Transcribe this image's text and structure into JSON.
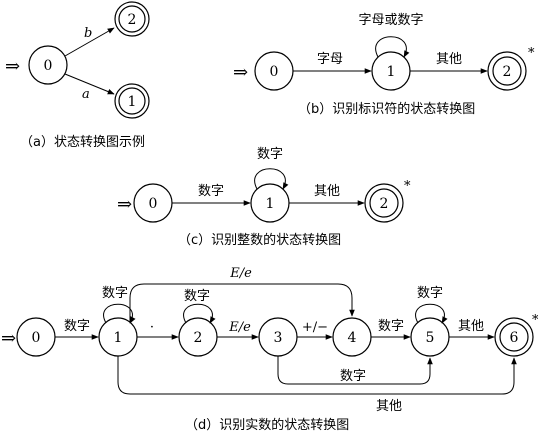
{
  "arrow_glyph": "⇒",
  "accept_mark": "*",
  "diagram_a": {
    "caption": "（a）状态转换图示例",
    "states": [
      "0",
      "2",
      "1"
    ],
    "edges": [
      "b",
      "a"
    ]
  },
  "diagram_b": {
    "caption": "（b）识别标识符的状态转换图",
    "states": [
      "0",
      "1",
      "2"
    ],
    "edges": [
      "字母",
      "字母或数字",
      "其他"
    ]
  },
  "diagram_c": {
    "caption": "（c）识别整数的状态转换图",
    "states": [
      "0",
      "1",
      "2"
    ],
    "edges": [
      "数字",
      "数字",
      "其他"
    ]
  },
  "diagram_d": {
    "caption": "（d）识别实数的状态转换图",
    "states": [
      "0",
      "1",
      "2",
      "3",
      "4",
      "5",
      "6"
    ],
    "edges": [
      "数字",
      "数字",
      "·",
      "数字",
      "E/e",
      "E/e",
      "+/−",
      "数字",
      "数字",
      "其他",
      "数字",
      "其他"
    ]
  }
}
